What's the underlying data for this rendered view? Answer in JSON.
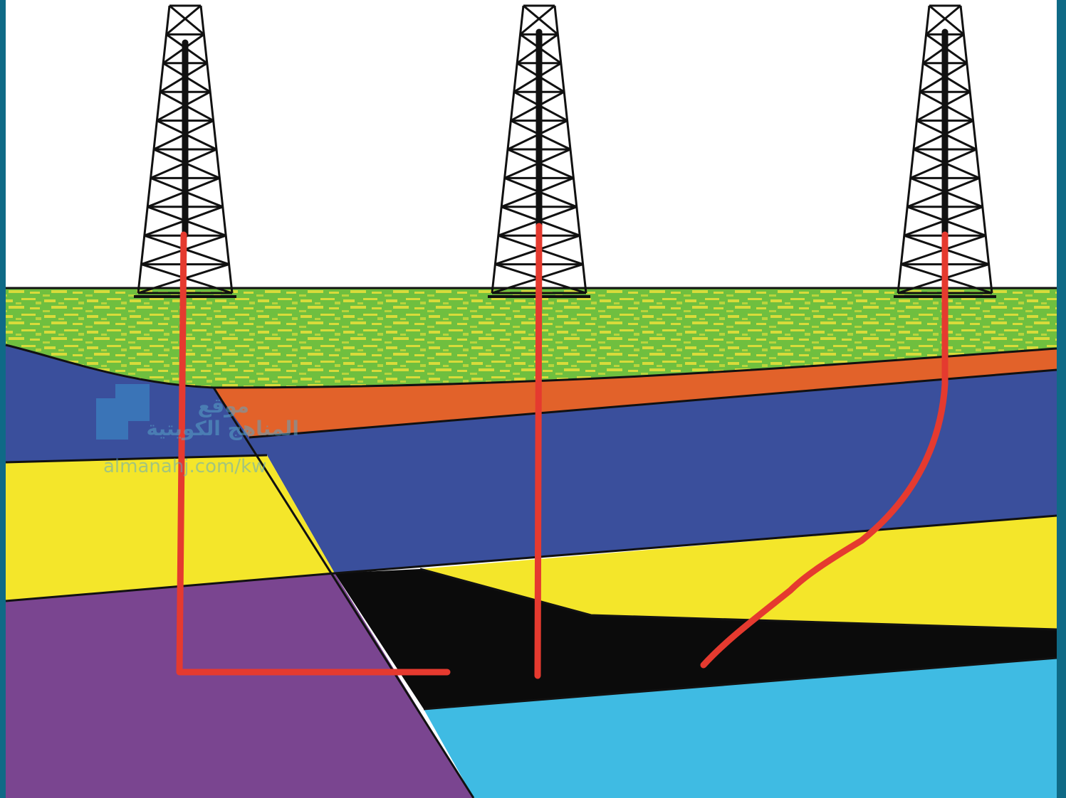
{
  "colors": {
    "frame": "#0f6a86",
    "sky": "#ffffff",
    "soil_green": "#6fbf3f",
    "soil_yellow": "#d8db3a",
    "layer_orange": "#e2622a",
    "layer_blue": "#3a4f9c",
    "layer_yellow": "#f4e62a",
    "oil_black": "#0b0b0b",
    "layer_purple": "#7a4590",
    "layer_cyan": "#3fbbe3",
    "drill_pipe": "#e53a2f",
    "derrick": "#111111"
  },
  "wells": [
    {
      "id": "left-well",
      "path_type": "horizontal"
    },
    {
      "id": "middle-well",
      "path_type": "vertical"
    },
    {
      "id": "right-well",
      "path_type": "directional"
    }
  ],
  "watermark": {
    "arabic": "المناهج الكويتية",
    "arabic_top": "موقع",
    "url": "almanahj.com/kw"
  }
}
